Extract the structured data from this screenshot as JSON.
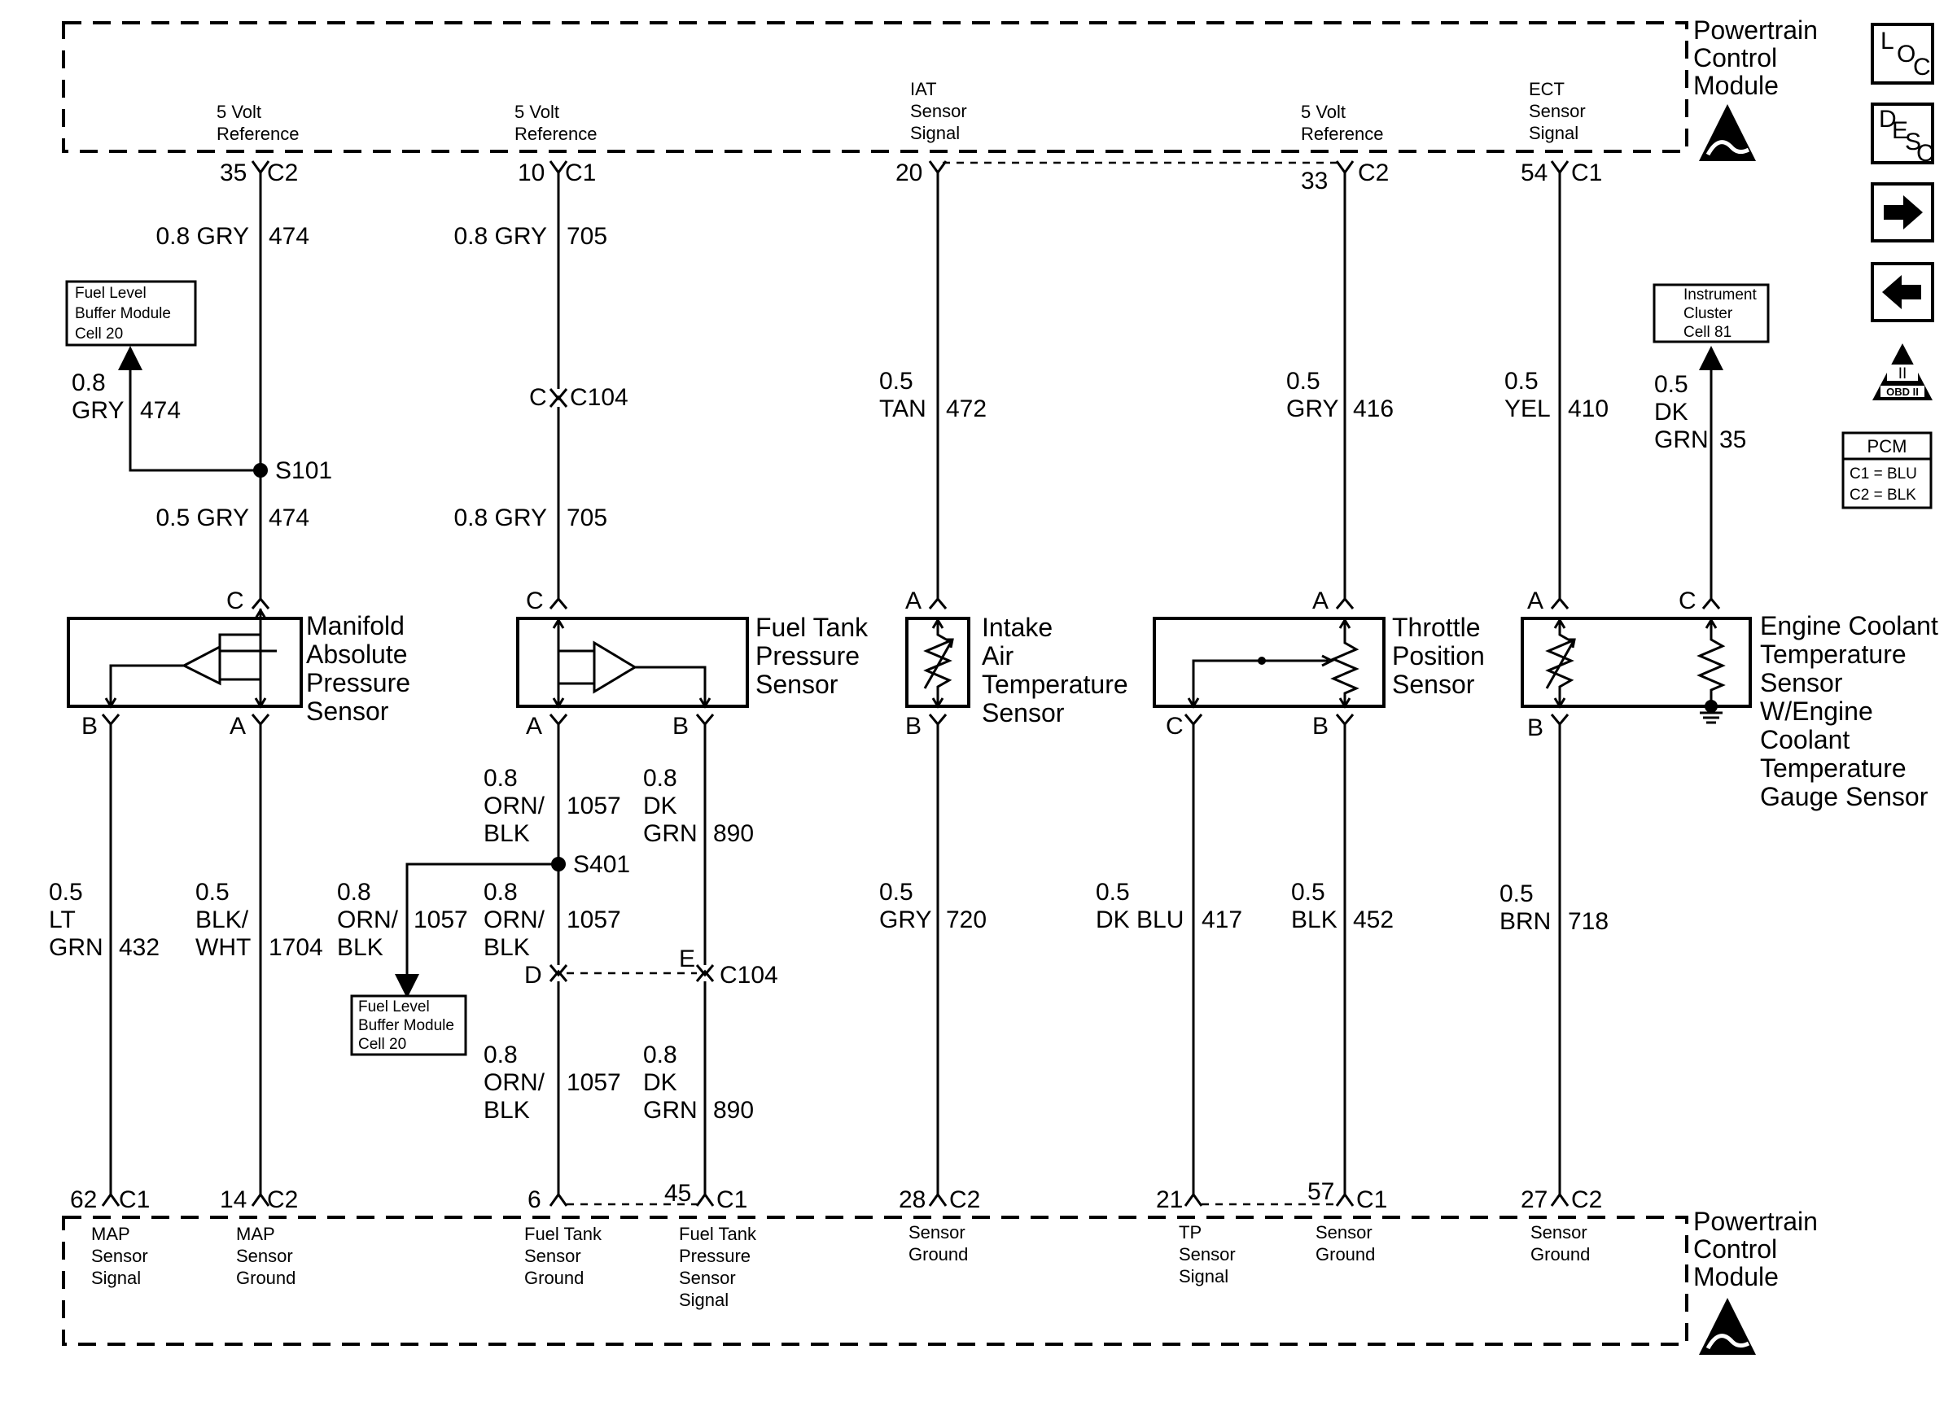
{
  "pcm_top": {
    "title": [
      "Powertrain",
      "Control",
      "Module"
    ],
    "pins": [
      {
        "key": "map5v",
        "num": "35",
        "conn": "C2",
        "func": [
          "5 Volt",
          "Reference"
        ]
      },
      {
        "key": "ftp5v",
        "num": "10",
        "conn": "C1",
        "func": [
          "5 Volt",
          "Reference"
        ]
      },
      {
        "key": "iat",
        "num": "20",
        "conn": "",
        "func": [
          "IAT",
          "Sensor",
          "Signal"
        ]
      },
      {
        "key": "tp5v",
        "num": "33",
        "conn": "C2",
        "func": [
          "5 Volt",
          "Reference"
        ]
      },
      {
        "key": "ect",
        "num": "54",
        "conn": "C1",
        "func": [
          "ECT",
          "Sensor",
          "Signal"
        ]
      }
    ]
  },
  "pcm_bottom": {
    "title": [
      "Powertrain",
      "Control",
      "Module"
    ],
    "pins": [
      {
        "key": "mapsig",
        "num": "62",
        "conn": "C1",
        "func": [
          "MAP",
          "Sensor",
          "Signal"
        ]
      },
      {
        "key": "mapgnd",
        "num": "14",
        "conn": "C2",
        "func": [
          "MAP",
          "Sensor",
          "Ground"
        ]
      },
      {
        "key": "ftpgnd",
        "num": "6",
        "conn": "",
        "func": [
          "Fuel Tank",
          "Sensor",
          "Ground"
        ]
      },
      {
        "key": "ftpsig",
        "num": "45",
        "conn": "C1",
        "func": [
          "Fuel Tank",
          "Pressure",
          "Sensor",
          "Signal"
        ]
      },
      {
        "key": "iatgnd",
        "num": "28",
        "conn": "C2",
        "func": [
          "Sensor",
          "Ground"
        ]
      },
      {
        "key": "tpsig",
        "num": "21",
        "conn": "",
        "func": [
          "TP",
          "Sensor",
          "Signal"
        ]
      },
      {
        "key": "tpgnd",
        "num": "57",
        "conn": "C1",
        "func": [
          "Sensor",
          "Ground"
        ]
      },
      {
        "key": "ectgnd",
        "num": "27",
        "conn": "C2",
        "func": [
          "Sensor",
          "Ground"
        ]
      }
    ]
  },
  "wires": {
    "w474_top": [
      "0.8 GRY",
      "474"
    ],
    "w474_branch": [
      "0.8",
      "GRY",
      "474"
    ],
    "w474_bottom": [
      "0.5 GRY",
      "474"
    ],
    "w705_top": [
      "0.8 GRY",
      "705"
    ],
    "w705_bottom": [
      "0.8 GRY",
      "705"
    ],
    "w472": [
      "0.5",
      "TAN",
      "472"
    ],
    "w416": [
      "0.5",
      "GRY",
      "416"
    ],
    "w410": [
      "0.5",
      "YEL",
      "410"
    ],
    "w35": [
      "0.5",
      "DK",
      "GRN",
      "35"
    ],
    "w432": [
      "0.5",
      "LT",
      "GRN",
      "432"
    ],
    "w1704": [
      "0.5",
      "BLK/",
      "WHT",
      "1704"
    ],
    "w1057_a": [
      "0.8",
      "ORN/",
      "BLK",
      "1057"
    ],
    "w1057_branch": [
      "0.8",
      "ORN/",
      "BLK",
      "1057"
    ],
    "w1057_b": [
      "0.8",
      "ORN/",
      "BLK",
      "1057"
    ],
    "w1057_c": [
      "0.8",
      "ORN/",
      "BLK",
      "1057"
    ],
    "w890_a": [
      "0.8",
      "DK",
      "GRN",
      "890"
    ],
    "w890_b": [
      "0.8",
      "DK",
      "GRN",
      "890"
    ],
    "w720": [
      "0.5",
      "GRY",
      "720"
    ],
    "w417": [
      "0.5",
      "DK BLU",
      "417"
    ],
    "w452": [
      "0.5",
      "BLK",
      "452"
    ],
    "w718": [
      "0.5",
      "BRN",
      "718"
    ]
  },
  "splices": {
    "s101": "S101",
    "s401": "S401"
  },
  "connectors": {
    "c104_top": [
      "C",
      "C104"
    ],
    "c104_bottom": [
      "D",
      "E",
      "C104"
    ]
  },
  "refs": {
    "flbm_top": [
      "Fuel Level",
      "Buffer Module",
      "Cell 20"
    ],
    "flbm_bottom": [
      "Fuel Level",
      "Buffer Module",
      "Cell 20"
    ],
    "ic": [
      "Instrument",
      "Cluster",
      "Cell 81"
    ]
  },
  "sensors": {
    "map": {
      "name": [
        "Manifold",
        "Absolute",
        "Pressure",
        "Sensor"
      ],
      "pins": [
        "C",
        "B",
        "A"
      ]
    },
    "ftp": {
      "name": [
        "Fuel Tank",
        "Pressure",
        "Sensor"
      ],
      "pins": [
        "C",
        "A",
        "B"
      ]
    },
    "iat": {
      "name": [
        "Intake",
        "Air",
        "Temperature",
        "Sensor"
      ],
      "pins": [
        "A",
        "B"
      ]
    },
    "tp": {
      "name": [
        "Throttle",
        "Position",
        "Sensor"
      ],
      "pins": [
        "A",
        "C",
        "B"
      ]
    },
    "ect": {
      "name": [
        "Engine Coolant",
        "Temperature",
        "Sensor",
        "W/Engine",
        "Coolant",
        "Temperature",
        "Gauge Sensor"
      ],
      "pins": [
        "A",
        "C",
        "B"
      ]
    }
  },
  "legend": {
    "loc": [
      "L",
      "O",
      "C"
    ],
    "desc": [
      "D",
      "E",
      "S",
      "C"
    ],
    "obd": [
      "II",
      "OBD II"
    ],
    "pcm": {
      "title": "PCM",
      "rows": [
        "C1 = BLU",
        "C2 = BLK"
      ]
    }
  },
  "icons": {
    "esd": "esd-warning-icon",
    "next": "arrow-right-icon",
    "prev": "arrow-left-icon"
  }
}
